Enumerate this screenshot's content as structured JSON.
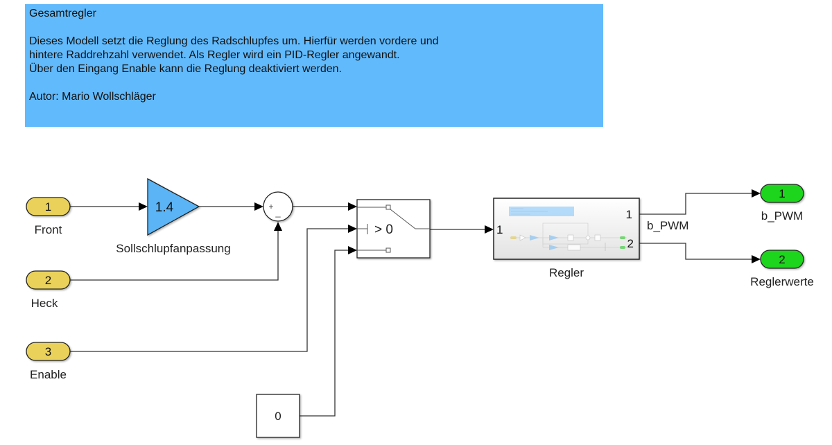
{
  "annotation": {
    "title": "Gesamtregler",
    "lines": [
      "Dieses Modell setzt die Reglung des Radschlupfes um. Hierfür werden vordere und",
      "hintere Raddrehzahl verwendet. Als Regler wird ein PID-Regler angewandt.",
      "Über den Eingang Enable kann die Reglung deaktiviert werden."
    ],
    "author": "Autor: Mario Wollschläger",
    "background": "#61bafc"
  },
  "inports": [
    {
      "number": "1",
      "name": "Front"
    },
    {
      "number": "2",
      "name": "Heck"
    },
    {
      "number": "3",
      "name": "Enable"
    }
  ],
  "gain": {
    "value": "1.4",
    "name": "Sollschlupfanpassung",
    "color": "#5ab4f5"
  },
  "sum": {
    "signs_top": "+",
    "signs_bottom": "_"
  },
  "switch": {
    "criterion": "> 0"
  },
  "constant": {
    "value": "0"
  },
  "subsystem": {
    "name": "Regler",
    "in_ports": [
      "1"
    ],
    "out_ports": [
      "1",
      "2"
    ]
  },
  "signal_labels": {
    "regler_out1": "b_PWM"
  },
  "outports": [
    {
      "number": "1",
      "name": "b_PWM"
    },
    {
      "number": "2",
      "name": "Reglerwerte"
    }
  ],
  "colors": {
    "inport": "#ead25a",
    "outport": "#1fd51f"
  }
}
